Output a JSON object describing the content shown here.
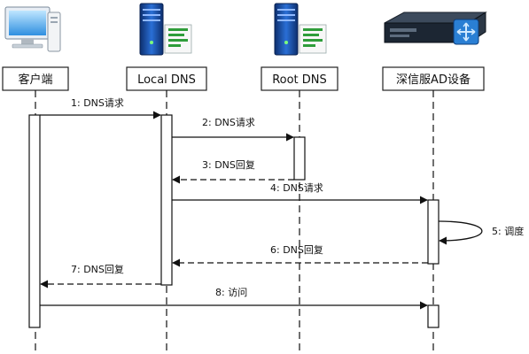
{
  "participants": [
    {
      "id": "client",
      "label": "客户端",
      "icon": "desktop-computer-icon"
    },
    {
      "id": "local_dns",
      "label": "Local DNS",
      "icon": "server-icon"
    },
    {
      "id": "root_dns",
      "label": "Root DNS",
      "icon": "server-icon"
    },
    {
      "id": "ad",
      "label": "深信服AD设备",
      "icon": "network-appliance-icon"
    }
  ],
  "messages": [
    {
      "label": "1: DNS请求",
      "from": "client",
      "to": "local_dns",
      "style": "solid"
    },
    {
      "label": "2: DNS请求",
      "from": "local_dns",
      "to": "root_dns",
      "style": "solid"
    },
    {
      "label": "3: DNS回复",
      "from": "root_dns",
      "to": "local_dns",
      "style": "dashed"
    },
    {
      "label": "4: DNS请求",
      "from": "local_dns",
      "to": "ad",
      "style": "solid"
    },
    {
      "label": "5: 调度",
      "from": "ad",
      "to": "ad",
      "style": "self"
    },
    {
      "label": "6: DNS回复",
      "from": "ad",
      "to": "local_dns",
      "style": "dashed"
    },
    {
      "label": "7: DNS回复",
      "from": "local_dns",
      "to": "client",
      "style": "dashed"
    },
    {
      "label": "8: 访问",
      "from": "client",
      "to": "ad",
      "style": "solid"
    }
  ],
  "colors": {
    "line": "#111111",
    "box_border": "#222222",
    "server_blue": "#1f5fbf",
    "icon_green": "#2e9d3a"
  }
}
